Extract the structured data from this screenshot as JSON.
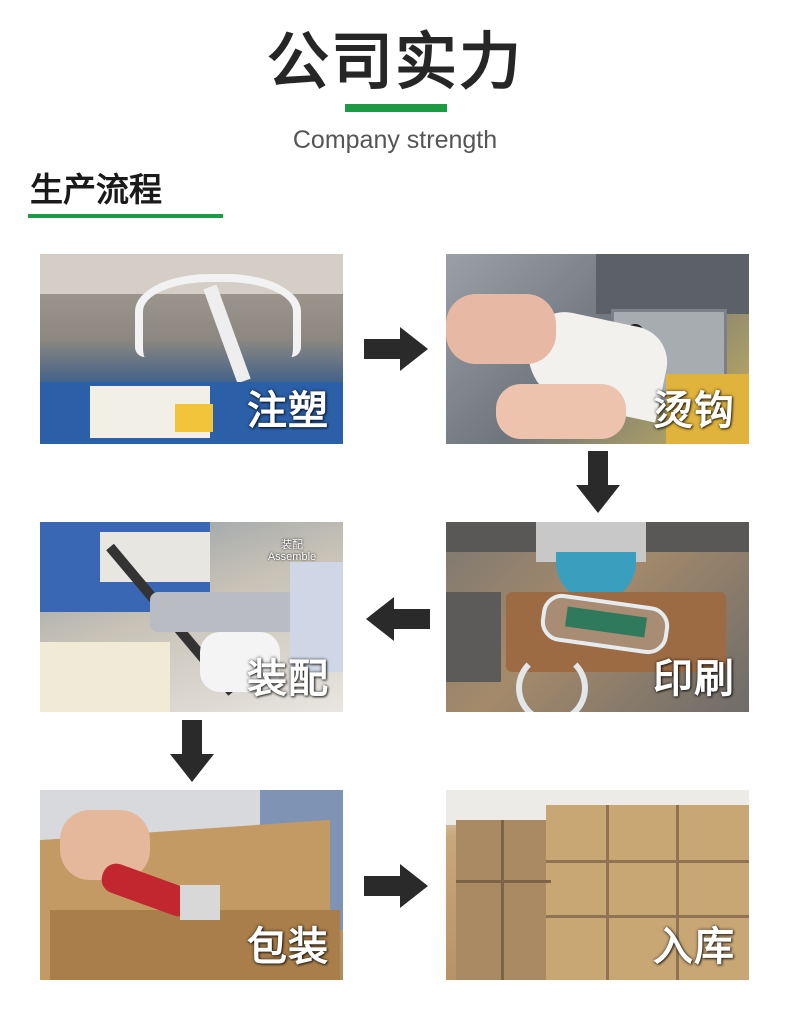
{
  "header": {
    "title": "公司实力",
    "subtitle": "Company strength"
  },
  "section": {
    "title": "生产流程"
  },
  "steps": [
    {
      "label": "注塑"
    },
    {
      "label": "烫钩"
    },
    {
      "label": "装配",
      "caption_cn": "装配",
      "caption_en": "Assemble"
    },
    {
      "label": "印刷"
    },
    {
      "label": "包装"
    },
    {
      "label": "入库"
    }
  ],
  "colors": {
    "accent": "#1e9a45",
    "arrow": "#2a2a2a"
  }
}
